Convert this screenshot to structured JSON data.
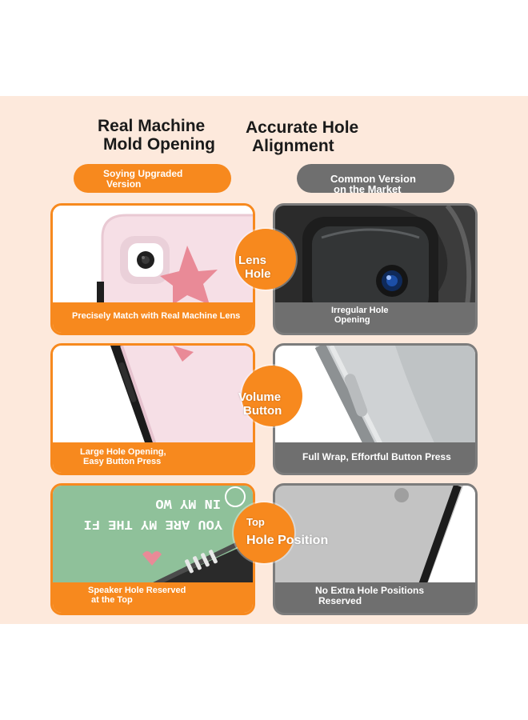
{
  "header": {
    "title_left_line1": "Real Machine",
    "title_left_line2": "Mold Opening",
    "title_right_line1": "Accurate Hole",
    "title_right_line2": "Alignment"
  },
  "labels": {
    "upgraded_line1": "Soying Upgraded",
    "upgraded_line2": "Version",
    "common_line1": "Common Version",
    "common_line2": "on the Market"
  },
  "rows": [
    {
      "badge_line1": "Lens",
      "badge_line2": "Hole",
      "upgraded_caption_line1": "Precisely Match with Real Machine Lens",
      "upgraded_caption_line2": "",
      "common_caption_line1": "Irregular Hole",
      "common_caption_line2": "Opening"
    },
    {
      "badge_line1": "Volume",
      "badge_line2": "Button",
      "upgraded_caption_line1": "Large Hole Opening,",
      "upgraded_caption_line2": "Easy Button Press",
      "common_caption_line1": "Full Wrap, Effortful Button Press",
      "common_caption_line2": ""
    },
    {
      "badge_line1": "Top",
      "badge_line2": "Hole Position",
      "upgraded_caption_line1": "Speaker Hole Reserved",
      "upgraded_caption_line2": "at the Top",
      "common_caption_line1": "No Extra Hole Positions",
      "common_caption_line2": "Reserved",
      "case_print_line1": "IN MY WO",
      "case_print_line2": "YOU ARE MY THE FI"
    }
  ],
  "colors": {
    "accent": "#f7891e",
    "neutral": "#6f6f6f",
    "background": "#fde9dc"
  }
}
